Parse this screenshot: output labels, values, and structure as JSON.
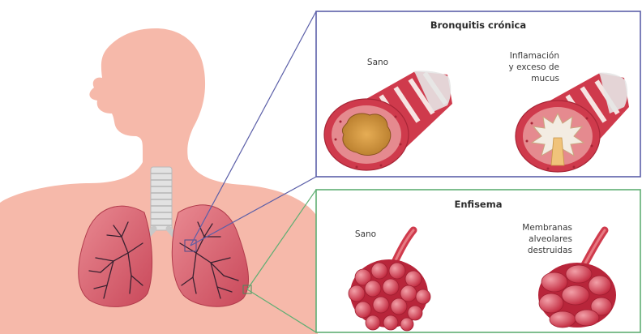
{
  "panels": {
    "bronchitis": {
      "title": "Bronquitis crónica",
      "healthy_label": "Sano",
      "diseased_label": [
        "Inflamación",
        "y exceso de",
        "mucus"
      ]
    },
    "emphysema": {
      "title": "Enfisema",
      "healthy_label": "Sano",
      "diseased_label": [
        "Membranas",
        "alveolares",
        "destruidas"
      ]
    }
  },
  "colors": {
    "skin": "#f6b9aa",
    "lung": "#d85d6b",
    "bronchus_red": "#cf3a4c",
    "mucus": "#e9b96a",
    "bronchitis_frame": "#5b5fa8",
    "emphysema_frame": "#5fae73"
  }
}
